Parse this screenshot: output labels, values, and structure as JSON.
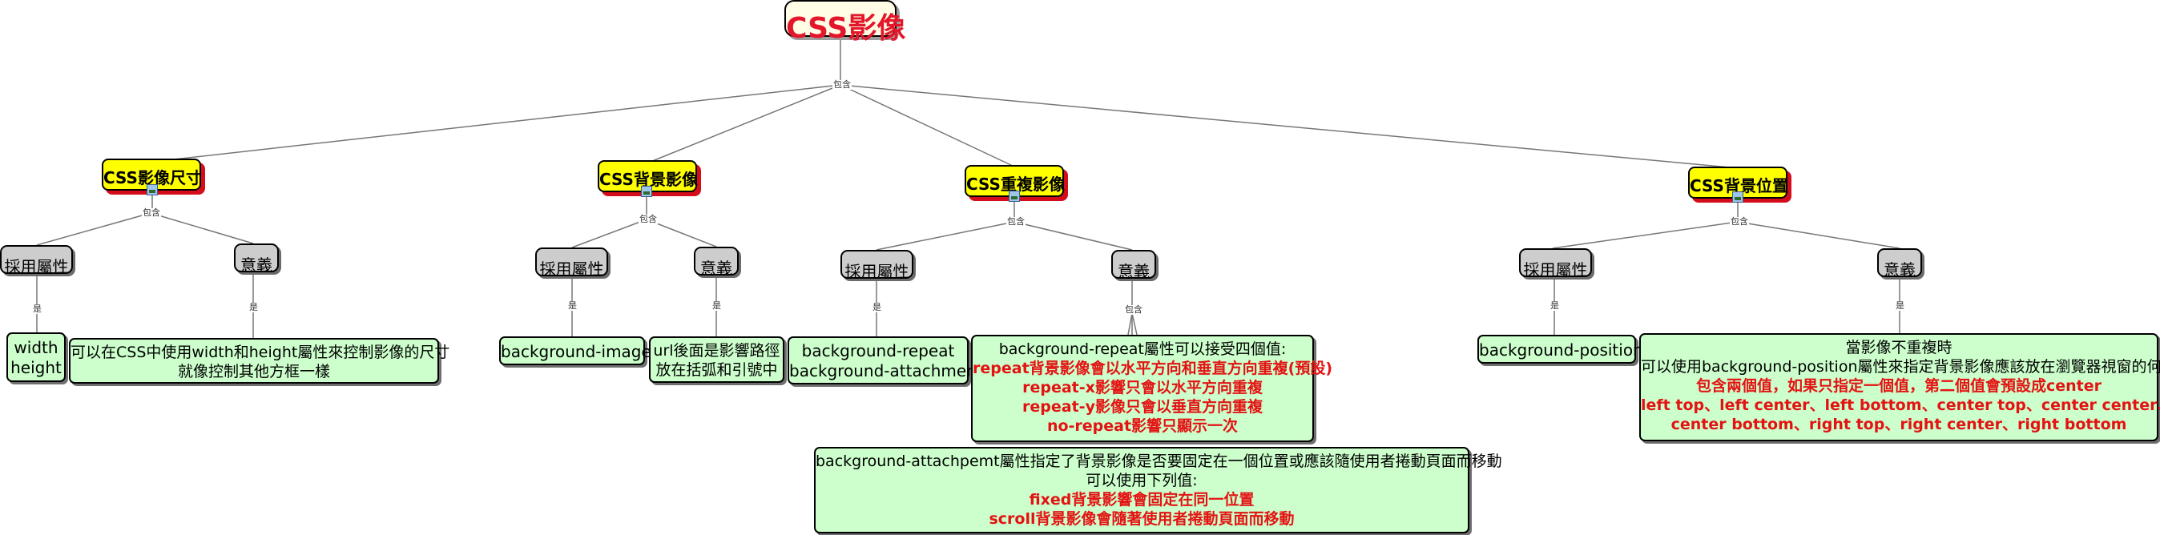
{
  "root": "CSS影像",
  "link_labels": {
    "contains": "包含",
    "is": "是"
  },
  "topics": {
    "size": "CSS影像尺寸",
    "bg": "CSS背景影像",
    "repeat": "CSS重複影像",
    "position": "CSS背景位置"
  },
  "gray": {
    "attr": "採用屬性",
    "meaning": "意義"
  },
  "size": {
    "attr_lines": [
      "width",
      "height"
    ],
    "meaning_lines": [
      "可以在CSS中使用width和height屬性來控制影像的尺寸",
      "就像控制其他方框一樣"
    ]
  },
  "bg": {
    "attr": "background-image",
    "meaning_lines": [
      "url後面是影響路徑",
      "放在括弧和引號中"
    ]
  },
  "repeat": {
    "attr_lines": [
      "background-repeat",
      "background-attachment"
    ],
    "meaning1_lines": [
      "background-repeat屬性可以接受四個值:",
      "repeat背景影像會以水平方向和垂直方向重複(預設)",
      "repeat-x影響只會以水平方向重複",
      "repeat-y影像只會以垂直方向重複",
      "no-repeat影響只顯示一次"
    ],
    "meaning2_lines": [
      "background-attachpemt屬性指定了背景影像是否要固定在一個位置或應該隨使用者捲動頁面而移動",
      "可以使用下列值:",
      "fixed背景影響會固定在同一位置",
      "scroll背景影像會隨著使用者捲動頁面而移動"
    ]
  },
  "position": {
    "attr": "background-position",
    "meaning_lines": [
      "當影像不重複時",
      "可以使用background-position屬性來指定背景影像應該放在瀏覽器視窗的何處",
      "包含兩個值，如果只指定一個值，第二個值會預設成center",
      "left top、left  center、left bottom、center top、center center、",
      "center bottom、right top、right center、right bottom"
    ]
  }
}
